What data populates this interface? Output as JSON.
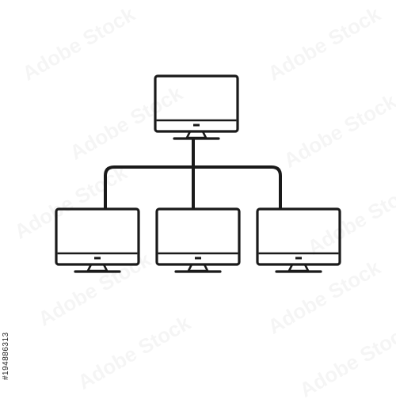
{
  "diagram": {
    "colors": {
      "stroke": "#1a1a1a",
      "background": "#ffffff"
    },
    "nodes": [
      {
        "id": "top",
        "icon": "desktop-monitor-icon",
        "level": 0
      },
      {
        "id": "left",
        "icon": "desktop-monitor-icon",
        "level": 1
      },
      {
        "id": "middle",
        "icon": "desktop-monitor-icon",
        "level": 1
      },
      {
        "id": "right",
        "icon": "desktop-monitor-icon",
        "level": 1
      }
    ],
    "edges": [
      {
        "from": "top",
        "to": "left"
      },
      {
        "from": "top",
        "to": "middle"
      },
      {
        "from": "top",
        "to": "right"
      }
    ]
  },
  "watermark": {
    "text": "Adobe Stock"
  },
  "stock_id": "#194886313"
}
